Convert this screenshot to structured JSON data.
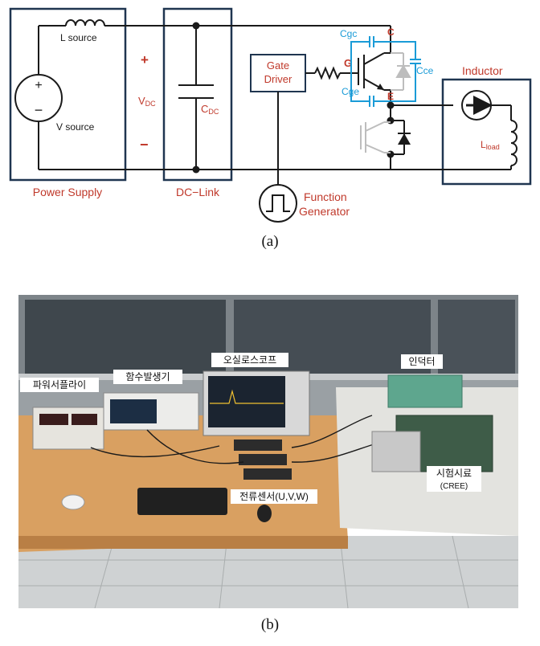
{
  "circuit": {
    "l_source": "L source",
    "v_source": "V source",
    "plus": "+",
    "minus": "−",
    "v_dc_main": "V",
    "v_dc_sub": "DC",
    "c_dc_main": "C",
    "c_dc_sub": "DC",
    "gate_driver_line1": "Gate",
    "gate_driver_line2": "Driver",
    "node_g": "G",
    "cgc": "Cgc",
    "cge": "Cge",
    "cce": "Cce",
    "node_c": "C",
    "node_e": "E",
    "inductor_title": "Inductor",
    "l_load_main": "L",
    "l_load_sub": "load",
    "function_line1": "Function",
    "function_line2": "Generator",
    "power_supply": "Power Supply",
    "dc_link": "DC−Link",
    "dc_plus": "+",
    "dc_minus": "−"
  },
  "captions": {
    "a": "(a)",
    "b": "(b)"
  },
  "photo_labels": {
    "power_supply": "파워서플라이",
    "function_generator": "함수발생기",
    "oscilloscope": "오실로스코프",
    "inductor": "인덕터",
    "current_sensor": "전류센서(U,V,W)",
    "test_sample": "시험시료",
    "test_sample_sub": "(CREE)"
  },
  "colors": {
    "frame": "#1f3550",
    "red_text": "#c0392b",
    "parasitic_blue": "#1a9bd7",
    "wire": "#1a1a1a",
    "gray_device": "#bdbdbd"
  }
}
